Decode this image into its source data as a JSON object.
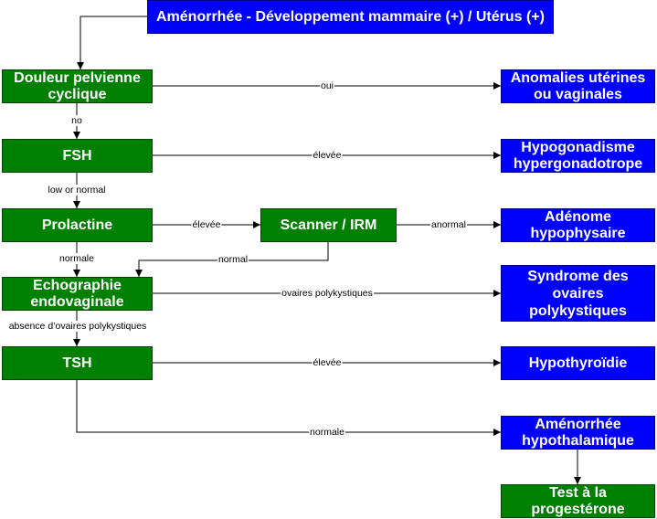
{
  "colors": {
    "green_box": "#008000",
    "blue_box": "#0000ff",
    "box_text": "#ffffff",
    "connector": "#000000",
    "label_text": "#000000"
  },
  "nodes": {
    "start": {
      "lines": [
        "Aménorrhée - Développement mammaire (+) / Utérus (+)"
      ]
    },
    "douleur": {
      "lines": [
        "Douleur pelvienne",
        "cyclique"
      ]
    },
    "anomalies": {
      "lines": [
        "Anomalies utérines",
        "ou vaginales"
      ]
    },
    "fsh": {
      "lines": [
        "FSH"
      ]
    },
    "hypogonadisme": {
      "lines": [
        "Hypogonadisme",
        "hypergonadotrope"
      ]
    },
    "prolactine": {
      "lines": [
        "Prolactine"
      ]
    },
    "scanner": {
      "lines": [
        "Scanner / IRM"
      ]
    },
    "adenome": {
      "lines": [
        "Adénome",
        "hypophysaire"
      ]
    },
    "echographie": {
      "lines": [
        "Echographie",
        "endovaginale"
      ]
    },
    "sopk": {
      "lines": [
        "Syndrome des",
        "ovaires",
        "polykystiques"
      ]
    },
    "tsh": {
      "lines": [
        "TSH"
      ]
    },
    "hypothyroidie": {
      "lines": [
        "Hypothyroïdie"
      ]
    },
    "amenorrhee": {
      "lines": [
        "Aménorrhée",
        "hypothalamique"
      ]
    },
    "progesterone": {
      "lines": [
        "Test à la",
        "progestérone"
      ]
    }
  },
  "edges": {
    "douleur_oui": "oui",
    "douleur_no": "no",
    "fsh_elevee": "élevée",
    "fsh_low": "low or normal",
    "prolactine_elevee": "élevée",
    "scanner_anormal": "anormal",
    "scanner_normal": "normal",
    "prolactine_normale": "normale",
    "echo_ovaires": "ovaires polykystiques",
    "echo_absence": "absence d’ovaires polykystiques",
    "tsh_elevee": "élevée",
    "tsh_normale": "normale"
  }
}
